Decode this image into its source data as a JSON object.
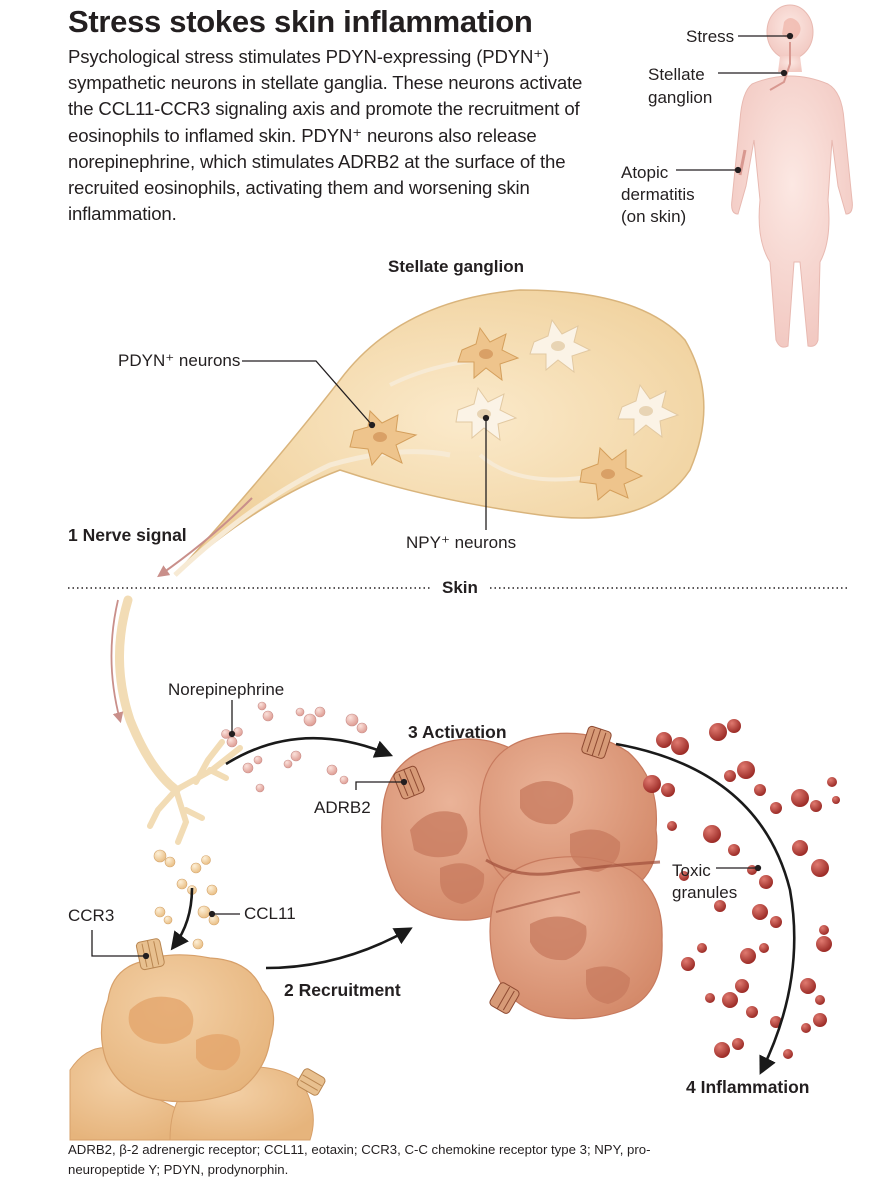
{
  "title": "Stress stokes skin inflammation",
  "intro": "Psychological stress stimulates PDYN-expressing (PDYN⁺) sympathetic neurons in stellate ganglia. These neurons activate the CCL11-CCR3 signaling axis and promote the recruitment of eosinophils to inflamed skin. PDYN⁺ neurons also release norepinephrine, which stimulates ADRB2 at the surface of the recruited eosinophils, activating them and worsening skin inflammation.",
  "body_inset": {
    "stress": "Stress",
    "stellate_ganglion": "Stellate ganglion",
    "atopic_dermatitis": "Atopic dermatitis (on skin)"
  },
  "ganglion": {
    "heading": "Stellate ganglion",
    "pdyn_label": "PDYN⁺ neurons",
    "npy_label": "NPY⁺ neurons"
  },
  "skin_label": "Skin",
  "labels": {
    "norepinephrine": "Norepinephrine",
    "adrb2": "ADRB2",
    "ccr3": "CCR3",
    "ccl11": "CCL11",
    "toxic_granules": "Toxic granules"
  },
  "steps": {
    "s1": "1  Nerve signal",
    "s2": "2  Recruitment",
    "s3": "3  Activation",
    "s4": "4  Inflammation"
  },
  "footnote": "ADRB2, β-2 adrenergic receptor; CCL11, eotaxin; CCR3, C-C chemokine receptor type 3; NPY, pro-neuropeptide Y; PDYN, prodynorphin.",
  "colors": {
    "ganglion_fill": "#f6dfb8",
    "neuron_fill": "#eec48c",
    "eosinophil_fill": "#e29e7e",
    "nucleus_fill": "#c77a5e",
    "granule_fill": "#b03a33",
    "body_fill": "#f9dcd7",
    "arrow": "#1a1a1a"
  }
}
